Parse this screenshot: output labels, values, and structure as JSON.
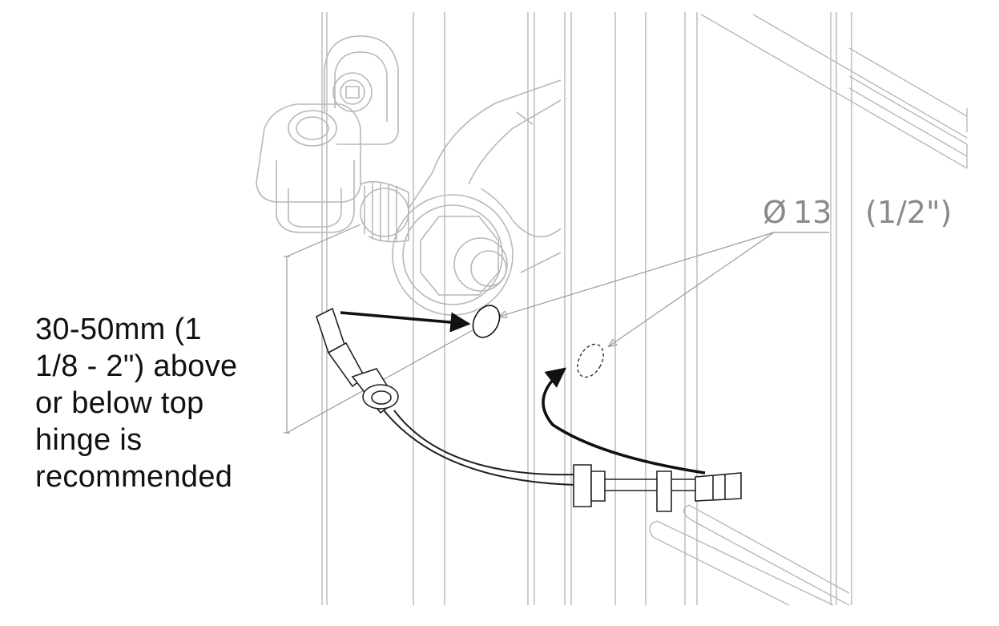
{
  "labels": {
    "position_note": "30-50mm (1\n1/8 - 2\") above\nor below top\nhinge is\nrecommended",
    "diameter_symbol": "Ø",
    "diameter_value": "13",
    "diameter_imperial": "(1/2\")"
  },
  "colors": {
    "background": "#ffffff",
    "drawing_faint": "#b8b8b8",
    "drawing_dark": "#1a1a1a",
    "leader_line": "#9a9a9a",
    "text_main": "#111111",
    "text_dimension": "#8a8a8a"
  }
}
